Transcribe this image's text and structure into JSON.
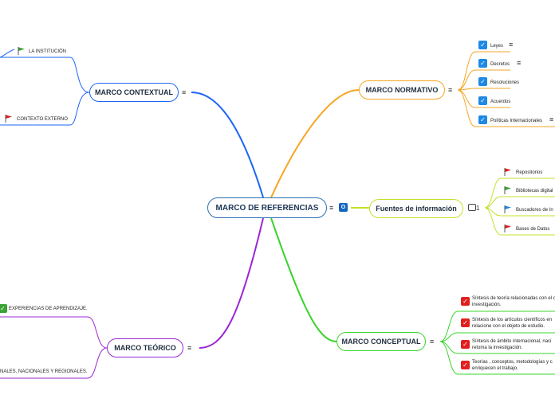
{
  "central": {
    "label": "MARCO DE REFERENCIAS"
  },
  "branches": {
    "contextual": {
      "label": "MARCO CONTEXTUAL",
      "color": "#1e66f5",
      "children": [
        {
          "label": "LA INSTITUCIÓN",
          "flag": "#3aa335"
        },
        {
          "label": "CONTEXTO EXTERNO",
          "flag": "#e02020"
        }
      ]
    },
    "normativo": {
      "label": "MARCO NORMATIVO",
      "color": "#f5a623",
      "children": [
        {
          "label": "Leyes"
        },
        {
          "label": "Decretos"
        },
        {
          "label": "Resoluciones"
        },
        {
          "label": "Acuerdos"
        },
        {
          "label": "Políticas Internacionales"
        }
      ]
    },
    "fuentes": {
      "label": "Fuentes de información",
      "color": "#c6e02a",
      "comment_count": "1",
      "children": [
        {
          "label": "Repositorios",
          "flag": "#e02020"
        },
        {
          "label": "Bibliotecas digital",
          "flag": "#3aa335"
        },
        {
          "label": "Buscadores de In",
          "flag": "#1e88e5"
        },
        {
          "label": "Bases de Datos",
          "flag": "#e02020"
        }
      ]
    },
    "teorico": {
      "label": "MARCO TEÓRICO",
      "color": "#9b27d6",
      "children": [
        {
          "label": "EXPERIENCIAS DE APRENDIZAJE."
        },
        {
          "label": "NALES, NACIONALES Y REGIONALES."
        }
      ]
    },
    "conceptual": {
      "label": "MARCO CONCEPTUAL",
      "color": "#39d42a",
      "children": [
        {
          "label": "Síntesis de teoría relacionadas con el de investigación."
        },
        {
          "label": "Síntesis de los artículos científicos en relacione con el objeto de estudio."
        },
        {
          "label": "Síntesis de ámbito internacional, naci retoma la investigación."
        },
        {
          "label": "Teorías , conceptos, metodologías y c enriquecen el trabajo."
        }
      ]
    }
  },
  "colors": {
    "check_blue": "#1e88e5",
    "check_red": "#e02020",
    "exp_green": "#3aa335"
  },
  "icons": {
    "menu": "≡",
    "comment": "🗨",
    "outlook": "outlook-icon"
  }
}
